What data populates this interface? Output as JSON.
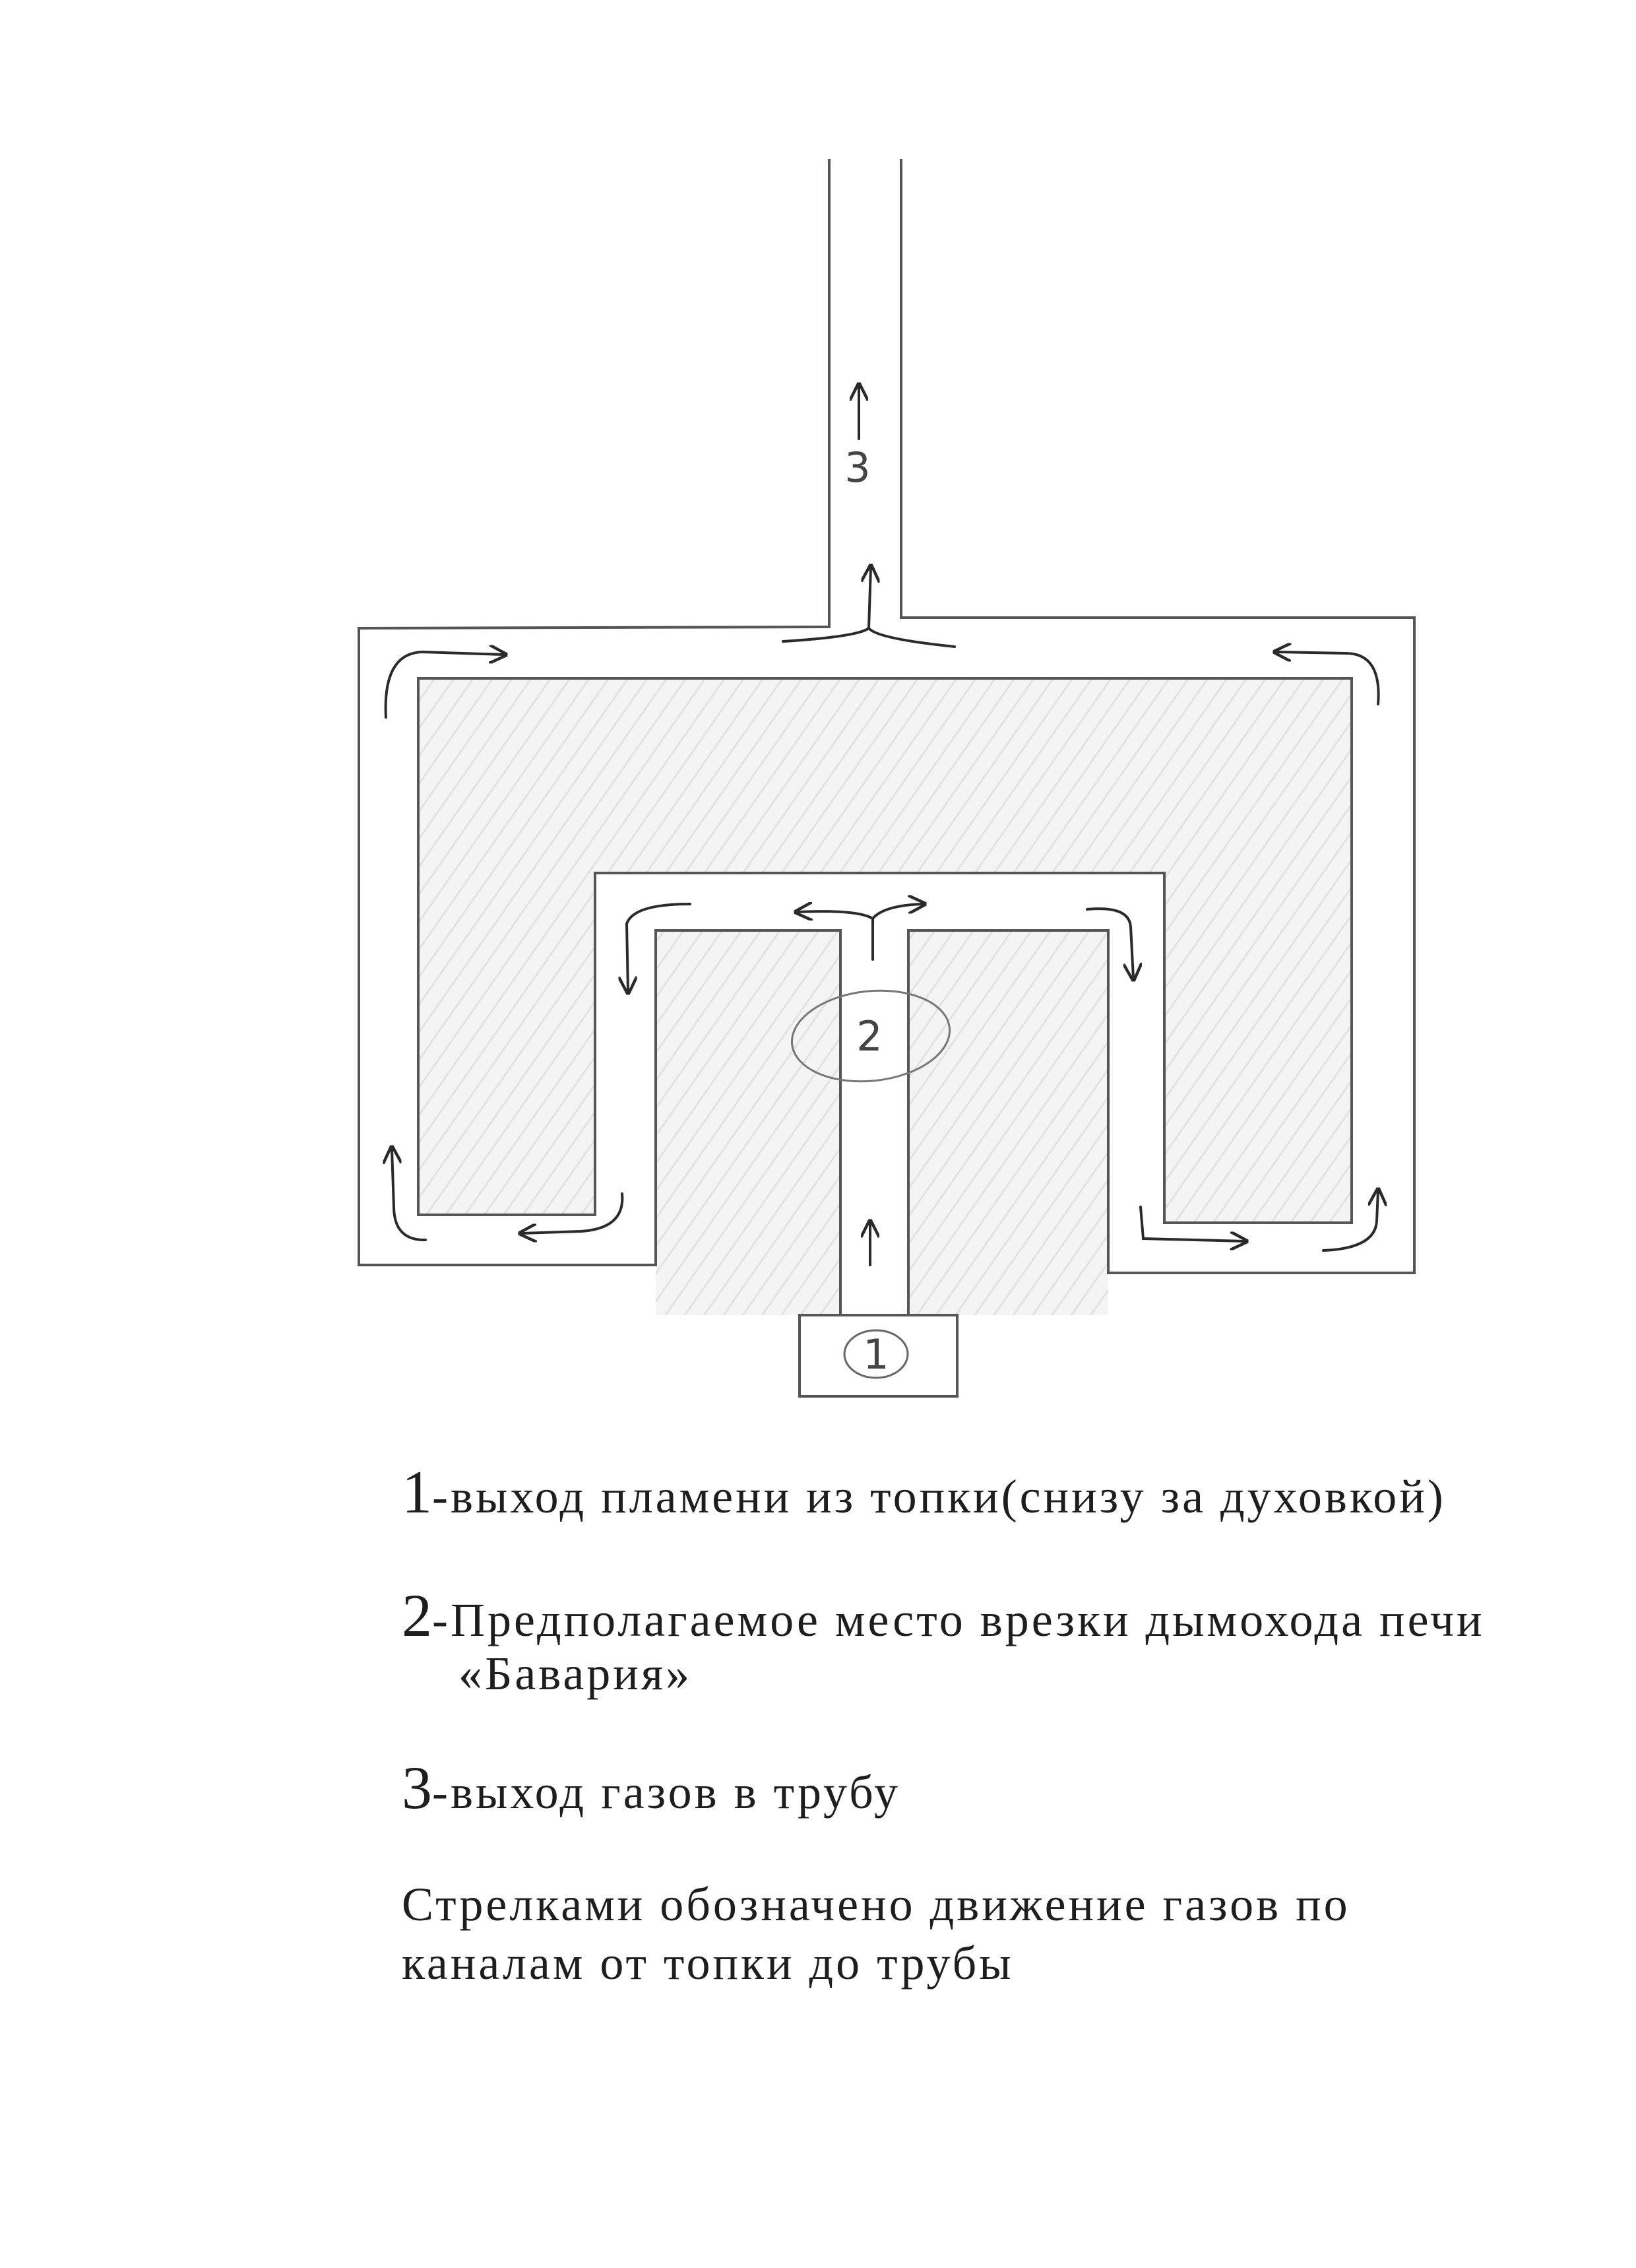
{
  "diagram": {
    "labels": {
      "firebox_exit": "1",
      "connection_point": "2",
      "chimney_exit": "3"
    }
  },
  "legend": {
    "items": [
      {
        "num": "1",
        "text": "-выход пламени из топки(снизу за духовкой)"
      },
      {
        "num": "2",
        "text": "-Предполагаемое место врезки дымохода печи",
        "text_cont": "«Бавария»"
      },
      {
        "num": "3",
        "text": "-выход газов в трубу"
      }
    ],
    "note_line1": "Стрелками обозначено движение газов по",
    "note_line2": "каналам от топки до трубы"
  }
}
